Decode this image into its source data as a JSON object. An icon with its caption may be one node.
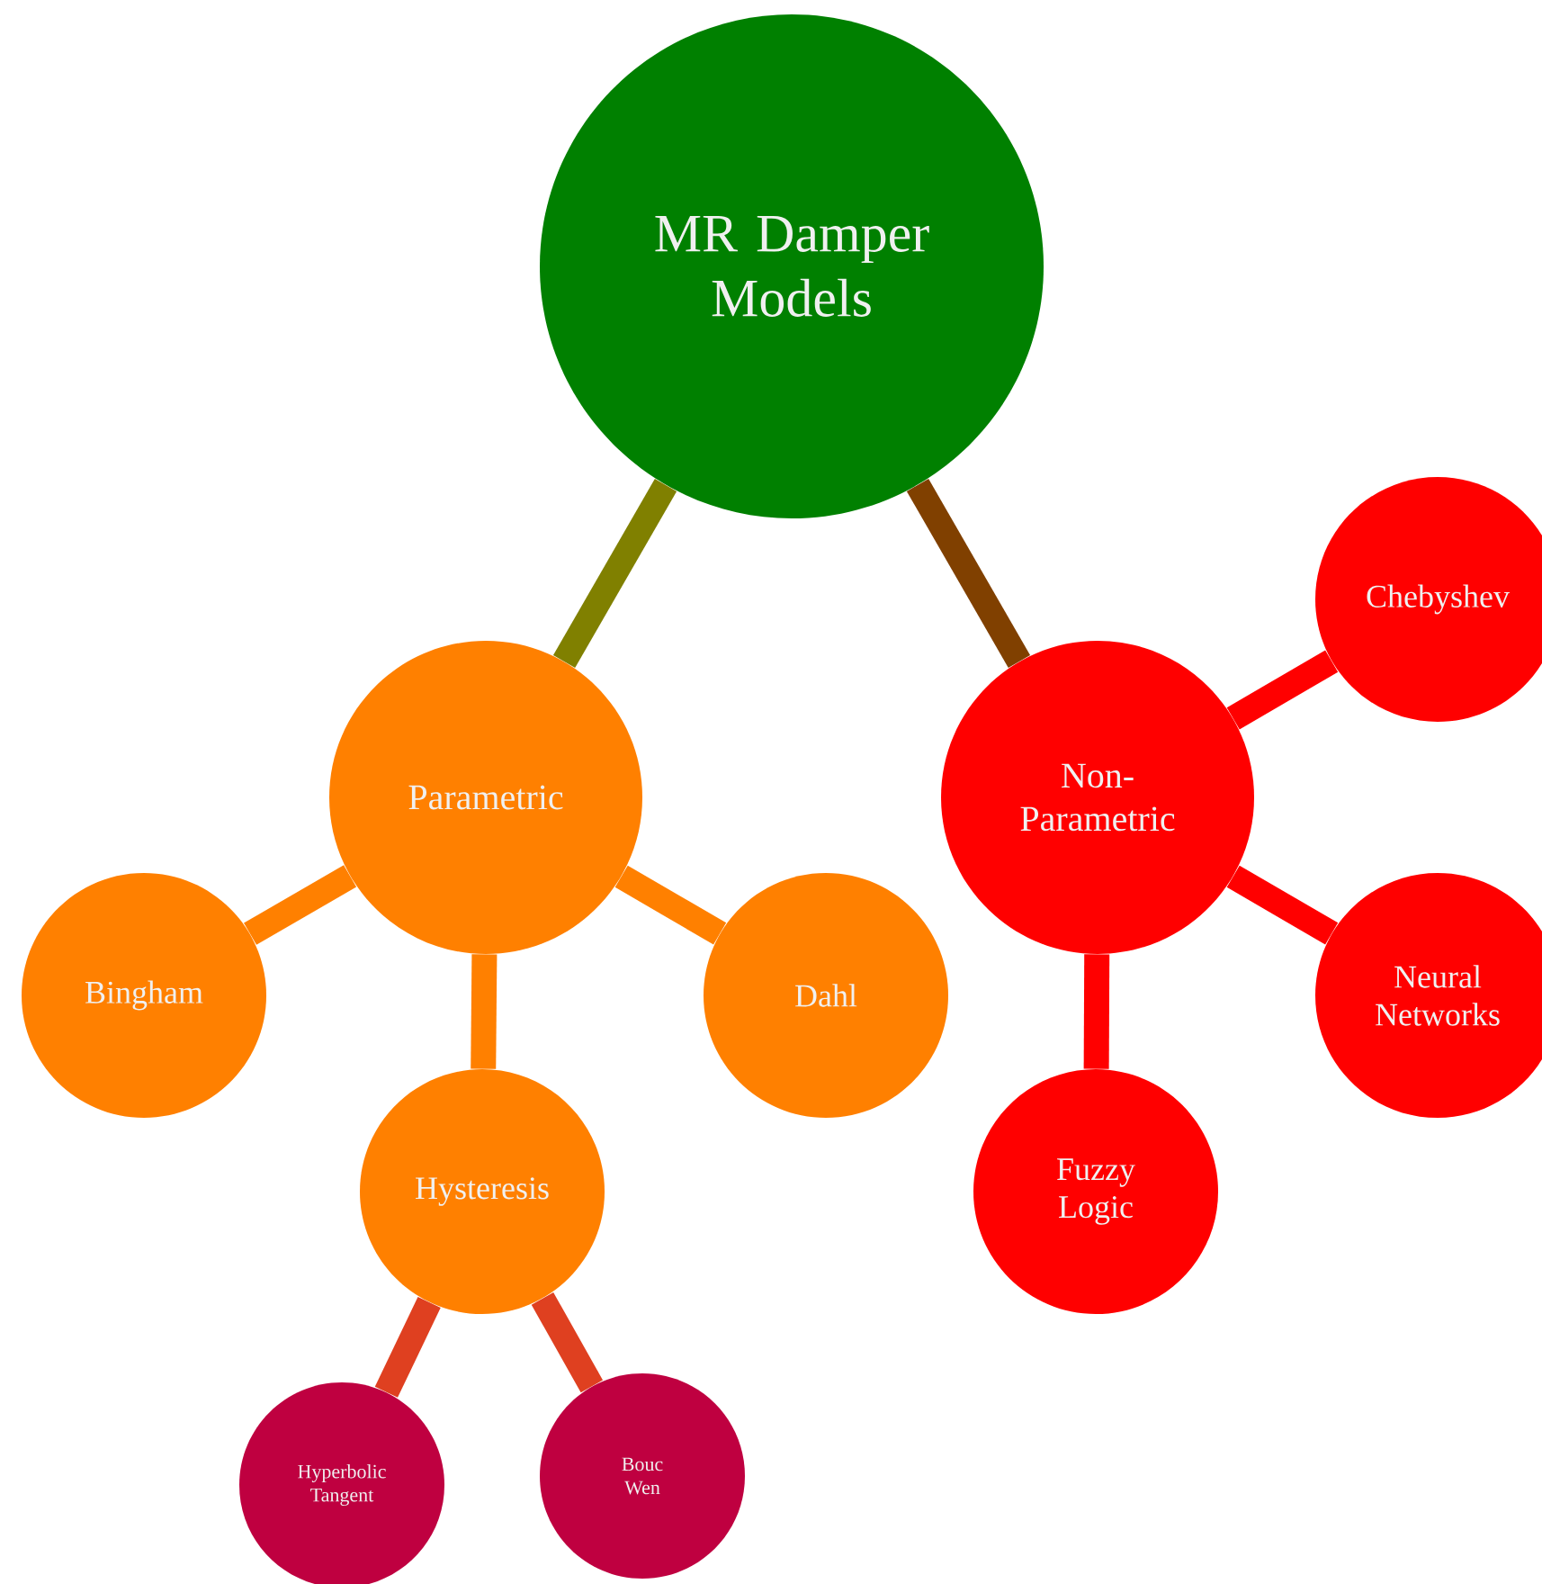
{
  "diagram": {
    "nodes": [
      {
        "text": [
          "MR Damper Models"
        ]
      },
      {
        "text": [
          "Parametric"
        ]
      },
      {
        "text": [
          "Bingham"
        ]
      },
      {
        "text": [
          "Hysteresis"
        ]
      },
      {
        "text": [
          "Hyperbolic Tangent"
        ]
      },
      {
        "text": [
          "Bouc Wen"
        ]
      },
      {
        "text": [
          "Dahl"
        ]
      },
      {
        "text": [
          "Non-Parametric"
        ]
      },
      {
        "text": [
          "Chebyshev"
        ]
      },
      {
        "text": [
          "Neural Networks"
        ]
      },
      {
        "text": [
          "Fuzzy Logic"
        ]
      }
    ],
    "edges": [
      {
        "from": 0,
        "to": 1,
        "arrow": "none",
        "color": "#808000"
      },
      {
        "from": 0,
        "to": 7,
        "arrow": "none",
        "color": "#804000"
      },
      {
        "from": 1,
        "to": 2,
        "arrow": "none",
        "color": "#ff8000"
      },
      {
        "from": 1,
        "to": 3,
        "arrow": "none",
        "color": "#ff8000"
      },
      {
        "from": 1,
        "to": 6,
        "arrow": "none",
        "color": "#ff8000"
      },
      {
        "from": 3,
        "to": 4,
        "arrow": "none",
        "color": "#df4020"
      },
      {
        "from": 3,
        "to": 5,
        "arrow": "none",
        "color": "#df4020"
      },
      {
        "from": 7,
        "to": 8,
        "arrow": "none",
        "color": "#ff0000"
      },
      {
        "from": 7,
        "to": 9,
        "arrow": "none",
        "color": "#ff0000"
      },
      {
        "from": 7,
        "to": 10,
        "arrow": "none",
        "color": "#ff0000"
      }
    ]
  }
}
